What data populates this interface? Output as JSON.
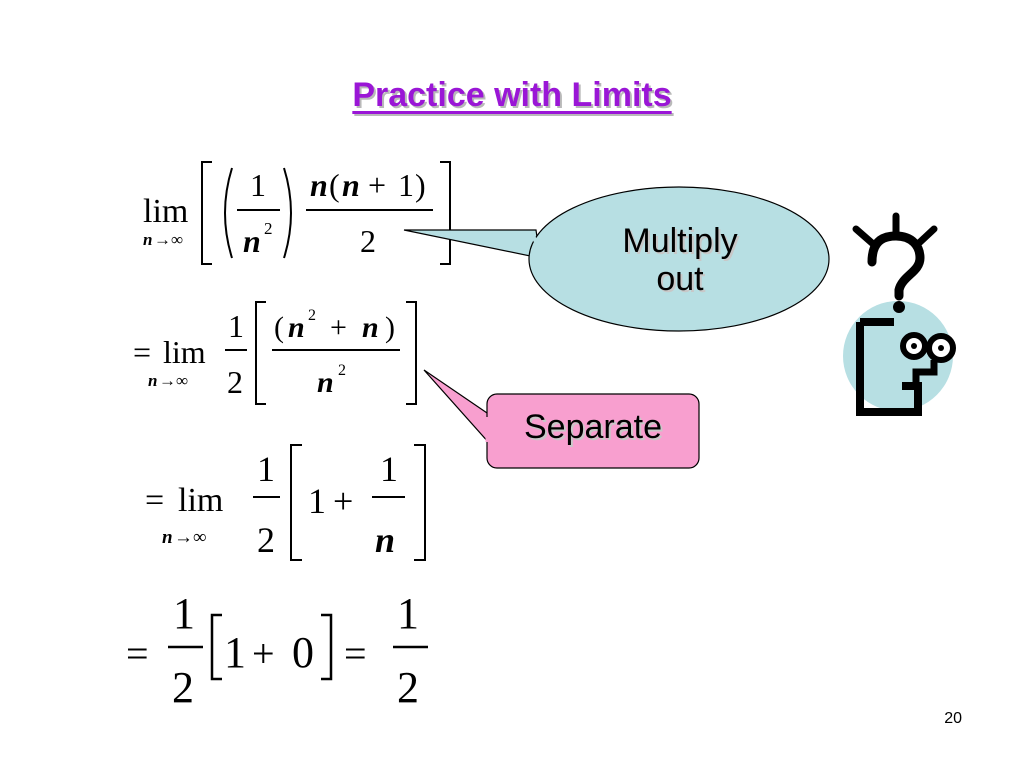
{
  "slide": {
    "title": "Practice with Limits",
    "page_number": "20"
  },
  "callouts": {
    "multiply_line1": "Multiply",
    "multiply_line2": "out",
    "separate": "Separate"
  },
  "equations": {
    "lim": "lim",
    "subscript_n": "n",
    "subscript_arrow": "→∞",
    "one": "1",
    "two": "2",
    "zero": "0",
    "n": "n",
    "plus": "+",
    "equals": "=",
    "paren_open": "(",
    "paren_close": ")",
    "sq": "2"
  },
  "colors": {
    "title": "#9a16d6",
    "multiply_bubble": "#b7dfe3",
    "separate_box": "#f89fcf",
    "figure_circle": "#b7dfe3"
  },
  "icons": {
    "confused_figure": "confused-person-with-question-mark-icon"
  }
}
